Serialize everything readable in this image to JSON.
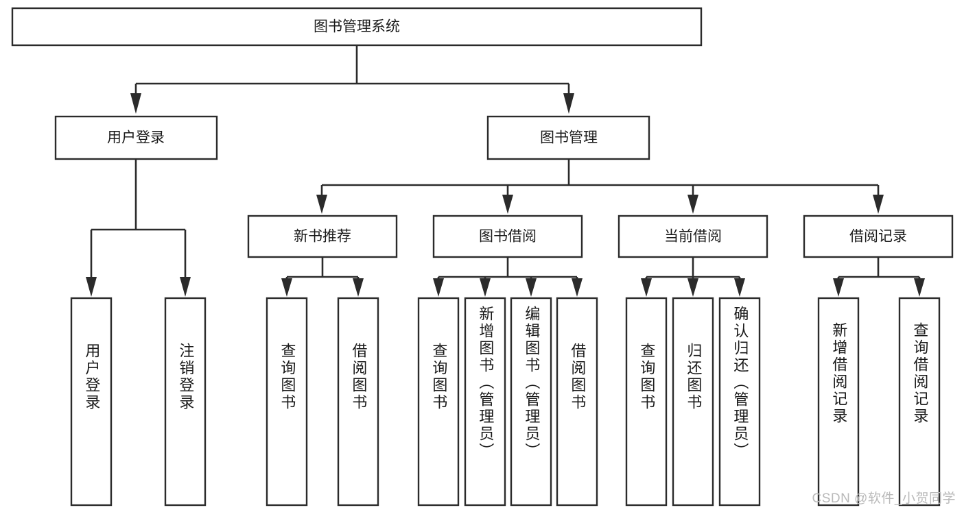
{
  "diagram": {
    "title": "图书管理系统",
    "type": "hierarchy-tree",
    "orientation": "top-down",
    "colors": {
      "box_fill": "#ffffff",
      "box_stroke": "#2b2b2b",
      "connector": "#2b2b2b",
      "text": "#1a1a1a",
      "watermark": "#b9b9b9",
      "background": "#ffffff"
    },
    "root": {
      "label": "图书管理系统"
    },
    "level2": [
      {
        "label": "用户登录"
      },
      {
        "label": "图书管理"
      }
    ],
    "level3": [
      {
        "label": "新书推荐"
      },
      {
        "label": "图书借阅"
      },
      {
        "label": "当前借阅"
      },
      {
        "label": "借阅记录"
      }
    ],
    "leaves": {
      "user_login": [
        {
          "label": "用户登录"
        },
        {
          "label": "注销登录"
        }
      ],
      "new_book_recommend": [
        {
          "label": "查询图书"
        },
        {
          "label": "借阅图书"
        }
      ],
      "book_borrow": [
        {
          "label": "查询图书"
        },
        {
          "label": "新增图书（管理员）"
        },
        {
          "label": "编辑图书（管理员）"
        },
        {
          "label": "借阅图书"
        }
      ],
      "current_borrow": [
        {
          "label": "查询图书"
        },
        {
          "label": "归还图书"
        },
        {
          "label": "确认归还（管理员）"
        }
      ],
      "borrow_record": [
        {
          "label": "新增借阅记录"
        },
        {
          "label": "查询借阅记录"
        }
      ]
    }
  },
  "watermark": {
    "text": "CSDN @软件_小贺同学"
  }
}
